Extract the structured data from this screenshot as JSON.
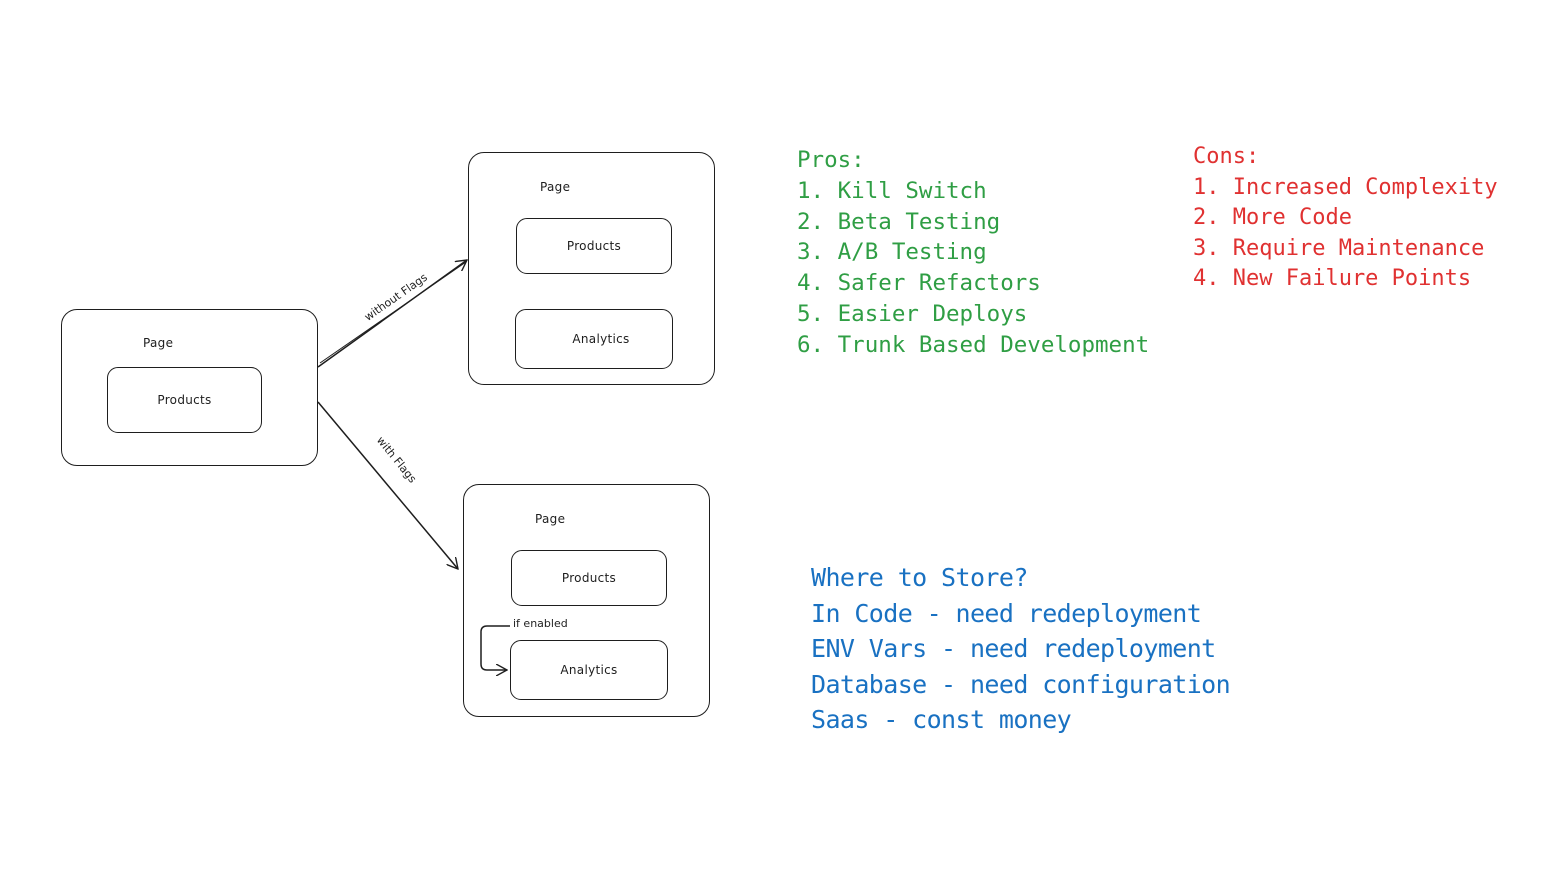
{
  "diagram": {
    "left": {
      "title": "Page",
      "children": [
        "Products"
      ]
    },
    "top_right": {
      "title": "Page",
      "children": [
        "Products",
        "Analytics"
      ]
    },
    "bottom_right": {
      "title": "Page",
      "children": [
        "Products",
        "Analytics"
      ],
      "loop_label": "if enabled"
    },
    "arrows": {
      "without_flags": "without Flags",
      "with_flags": "with Flags"
    }
  },
  "pros": {
    "heading": "Pros:",
    "items": [
      "1. Kill Switch",
      "2. Beta Testing",
      "3. A/B Testing",
      "4. Safer Refactors",
      "5. Easier Deploys",
      "6. Trunk Based Development"
    ]
  },
  "cons": {
    "heading": "Cons:",
    "items": [
      "1. Increased Complexity",
      "2. More Code",
      "3. Require Maintenance",
      "4. New Failure Points"
    ]
  },
  "storage": {
    "heading": "Where to Store?",
    "items": [
      "In Code - need redeployment",
      "ENV Vars - need redeployment",
      "Database - need configuration",
      "Saas - const money"
    ]
  },
  "colors": {
    "stroke": "#1e1e1e",
    "pros": "#2f9e44",
    "cons": "#e03131",
    "storage": "#1971c2"
  }
}
